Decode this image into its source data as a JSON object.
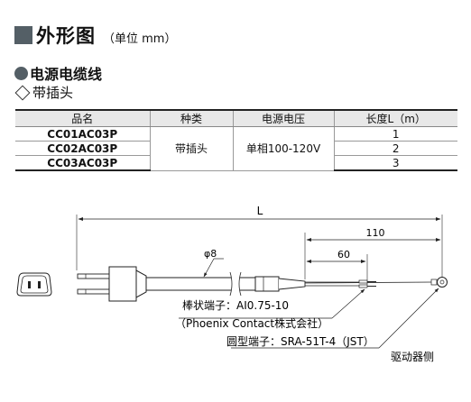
{
  "header": {
    "title": "外形图",
    "unit": "（单位 mm）"
  },
  "section": {
    "title": "电源电缆线",
    "subtitle": "带插头"
  },
  "table": {
    "columns": [
      "品名",
      "种类",
      "电源电压",
      "长度L（m）"
    ],
    "rows": [
      {
        "model": "CC01AC03P",
        "length": "1"
      },
      {
        "model": "CC02AC03P",
        "length": "2"
      },
      {
        "model": "CC03AC03P",
        "length": "3"
      }
    ],
    "type": "带插头",
    "voltage": "单相100-120V"
  },
  "drawing": {
    "length_label": "L",
    "dim_110": "110",
    "dim_60": "60",
    "diameter": "φ8",
    "ferrule_label": "棒状端子：AI0.75-10",
    "ferrule_maker": "（Phoenix Contact株式会社）",
    "ring_label": "圆型端子：SRA-51T-4（JST）",
    "driver_side": "驱动器侧"
  }
}
